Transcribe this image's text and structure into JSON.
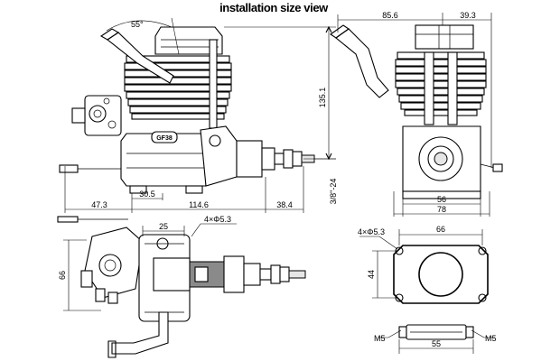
{
  "title": "installation size view",
  "dimensions": {
    "angle": "55°",
    "height_front": "135.1",
    "thread": "3/8\"-24",
    "left_overhang": "47.3",
    "mount_offset": "30.5",
    "length_main": "114.6",
    "shaft_length": "38.4",
    "top_left_width": "85.6",
    "top_right_width": "39.3",
    "base_inner": "56",
    "base_outer": "78",
    "top_view_spacing": "25",
    "top_view_holes": "4×Φ5.3",
    "top_view_width": "66",
    "plate_holes": "4×Φ5.3",
    "plate_width": "66",
    "plate_height": "44",
    "standoff_length": "55",
    "standoff_thread_left": "M5",
    "standoff_thread_right": "M5"
  },
  "labels": {
    "prop_nut_logo": "GF38"
  }
}
